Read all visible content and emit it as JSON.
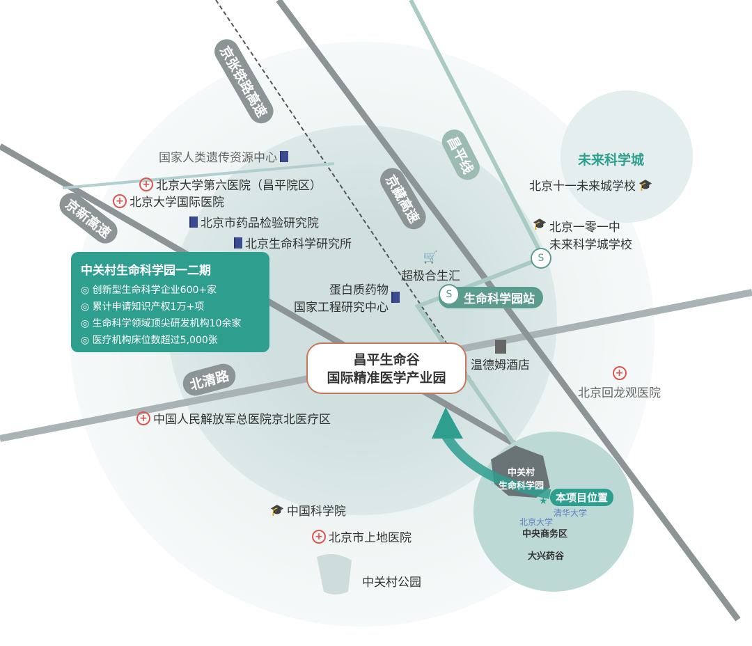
{
  "roads": {
    "jingzhang": "京张铁路高速",
    "jingxin": "京新高速",
    "jingzang": "京藏高速",
    "changping_line": "昌平线",
    "beiqing": "北清路"
  },
  "future_city": {
    "title": "未来科学城",
    "school": "北京十一未来城学校",
    "school2_line1": "北京一零一中",
    "school2_line2": "未来科学城学校"
  },
  "pois": {
    "genetic": "国家人类遗传资源中心",
    "pku6": "北京大学第六医院（昌平院区）",
    "pku_intl": "北京大学国际医院",
    "drug_inst": "北京市药品检验研究院",
    "nibs": "北京生命科学研究所",
    "mall": "超极合生汇",
    "protein_line1": "蛋白质药物",
    "protein_line2": "国家工程研究中心",
    "hotel": "温德姆酒店",
    "huilongguan": "北京回龙观医院",
    "pla": "中国人民解放军总医院京北医疗区",
    "cas": "中国科学院",
    "shangdi": "北京市上地医院",
    "park": "中关村公园"
  },
  "station": "生命科学园站",
  "info_box": {
    "title": "中关村生命科学园一二期",
    "items": [
      "◎ 创新型生命科学企业600+家",
      "◎ 累计申请知识产权1万+项",
      "◎ 生命科学领域顶尖研发机构10余家",
      "◎ 医疗机构床位数超过5,000张"
    ]
  },
  "project": {
    "line1": "昌平生命谷",
    "line2": "国际精准医学产业园"
  },
  "inset": {
    "region": "中关村",
    "region2": "生命科学园",
    "marker": "本项目位置",
    "tsinghua": "清华大学",
    "pku": "北京大学",
    "cbd": "中央商务区",
    "daxing": "大兴药谷"
  },
  "colors": {
    "teal": "#2e9e8e",
    "road": "#8d9496",
    "hospital": "#e0554f",
    "lab": "#3b4b8f"
  }
}
